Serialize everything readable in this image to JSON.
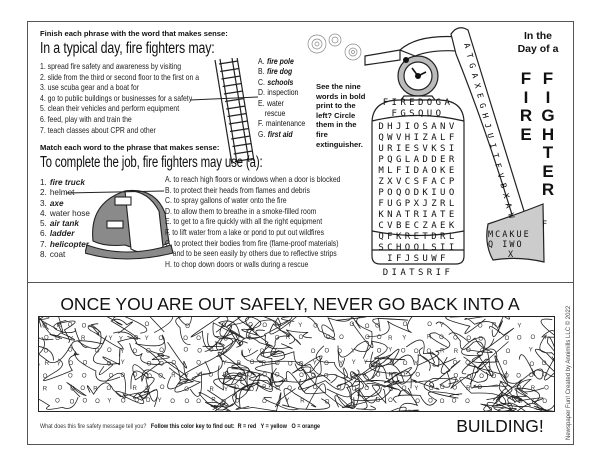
{
  "part1": {
    "instruction": "Finish each phrase with the word that makes sense:",
    "heading": "In a typical day, fire fighters may:",
    "phrases": [
      "1. spread fire safety and awareness by visiting",
      "2. slide from the third or second floor to the first on a",
      "3. use scuba gear and a boat for",
      "4. go to public buildings or businesses for a safety",
      "5. clean their vehicles and perform equipment",
      "6. feed, play with and train the",
      "7. teach classes about CPR  and other"
    ],
    "answers": [
      {
        "letter": "A.",
        "word": "fire pole",
        "bold": true
      },
      {
        "letter": "B.",
        "word": "fire dog",
        "bold": true
      },
      {
        "letter": "C.",
        "word": "schools",
        "bold": true
      },
      {
        "letter": "D.",
        "word": "inspection",
        "bold": false
      },
      {
        "letter": "E.",
        "word": "water",
        "bold": false
      },
      {
        "letter": "",
        "word": "rescue",
        "bold": false
      },
      {
        "letter": "F.",
        "word": "maintenance",
        "bold": false
      },
      {
        "letter": "G.",
        "word": "first aid",
        "bold": true
      }
    ]
  },
  "part2": {
    "instruction": "Match each word to the phrase that makes sense:",
    "heading": "To complete the job, fire fighters may use (a):",
    "words": [
      {
        "num": "1.",
        "word": "fire truck",
        "bold": true
      },
      {
        "num": "2.",
        "word": "helmet",
        "bold": false
      },
      {
        "num": "3.",
        "word": "axe",
        "bold": true
      },
      {
        "num": "4.",
        "word": "water hose",
        "bold": false
      },
      {
        "num": "5.",
        "word": "air tank",
        "bold": true
      },
      {
        "num": "6.",
        "word": "ladder",
        "bold": true
      },
      {
        "num": "7.",
        "word": "helicopter",
        "bold": true
      },
      {
        "num": "8.",
        "word": "coat",
        "bold": false
      }
    ],
    "phrases": [
      "A. to reach high floors or windows when a door is blocked",
      "B. to protect their heads from flames and debris",
      "C. to spray gallons of water onto the fire",
      "D. to allow them to breathe in a smoke-filled room",
      "E. to get to a fire quickly with all the right equipment",
      "F. to lift water from a lake or pond to put out wildfires",
      "G. to protect their bodies from fire (flame-proof materials)",
      "    and to be seen easily by others due to reflective strips",
      "H. to chop down doors or walls during a rescue"
    ]
  },
  "wordsearch": {
    "hint": "See the nine words in bold print to the left? Circle them in the fire extinguisher.",
    "top_rows": [
      "FIREDOGA",
      "FGSQUO"
    ],
    "grid": [
      "DHJIOSANV",
      "QWVHIZALF",
      "URIESVKSI",
      "PQGLADDER",
      "MLFIDAOKE",
      "ZXVCSFACP",
      "POQODKIUO",
      "FUGPXJZRL",
      "KNATRIATE",
      "CVBECZAEK",
      "QFKRETDRL",
      "SCHOOLSII"
    ],
    "bottom_rows": [
      "IFJSUWF",
      "DIATSRIF"
    ],
    "axe_handle": "ATGAXEGHJUITFVBXAW",
    "axe_head": [
      "F",
      "MCAKUE",
      "Q IWO",
      "X"
    ]
  },
  "title": {
    "line1": "In the",
    "line2": "Day of a",
    "word1": "FIRE",
    "word2": "FIGHTER"
  },
  "bottom": {
    "headline": "ONCE YOU ARE OUT SAFELY, NEVER GO BACK INTO A",
    "question": "What does this fire safety message tell you?",
    "key": "Follow this color key to find out:  R = red   Y = yellow   O = orange",
    "ending": "BUILDING!",
    "copyright": "Newspaper Fun! Created by Annimills LLC © 2022",
    "colors": {
      "R": "#d32f2f",
      "Y": "#f5d300",
      "O": "#f58220"
    }
  }
}
